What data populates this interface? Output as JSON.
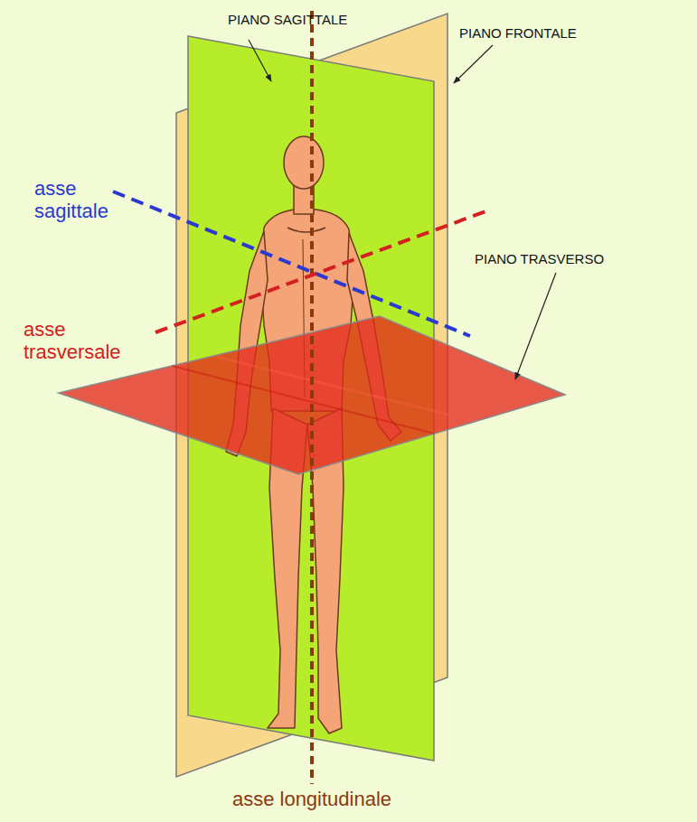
{
  "diagram": {
    "labels": [
      "PIANO SAGITTALE",
      "PIANO FRONTALE",
      "asse sagittale",
      "PIANO TRASVERSO",
      "asse trasversale",
      "asse longitudinale"
    ]
  }
}
